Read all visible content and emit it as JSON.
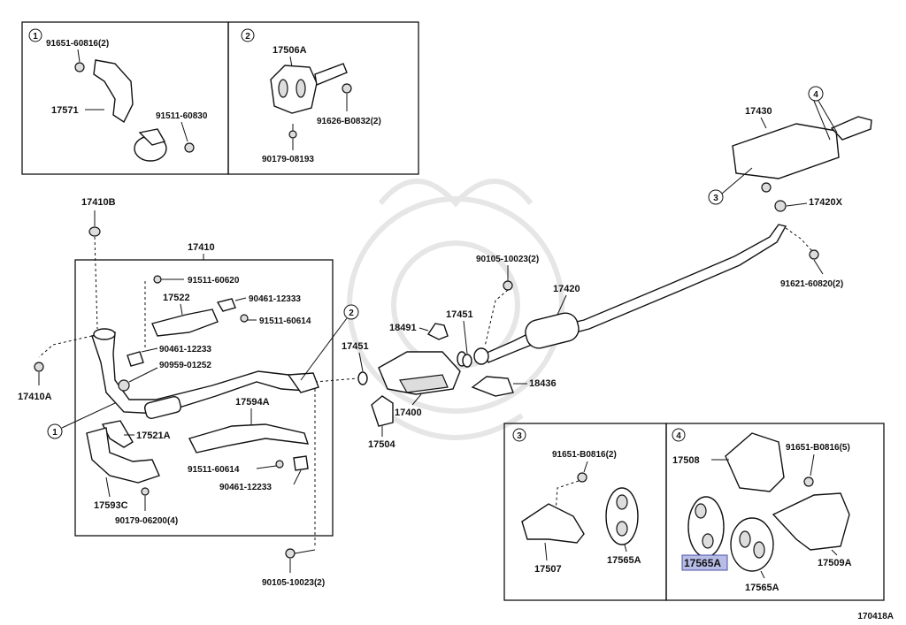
{
  "figure_id": "170418A",
  "highlight_part": "17565A",
  "callouts": {
    "c1": "1",
    "c2": "2",
    "c3": "3",
    "c4": "4"
  },
  "parts": {
    "p91651_60816": "91651-60816(2)",
    "p17571": "17571",
    "p91511_60830": "91511-60830",
    "p17506A": "17506A",
    "p91626_B0832": "91626-B0832(2)",
    "p90179_08193": "90179-08193",
    "p17430": "17430",
    "p17420X": "17420X",
    "p91621_60820": "91621-60820(2)",
    "p17410B": "17410B",
    "p17410": "17410",
    "p91511_60620": "91511-60620",
    "p17522": "17522",
    "p90461_12333": "90461-12333",
    "p91511_60614_top": "91511-60614",
    "p90461_12233_top": "90461-12233",
    "p90959_01252": "90959-01252",
    "p17410A": "17410A",
    "p17521A": "17521A",
    "p17594A": "17594A",
    "p91511_60614_bot": "91511-60614",
    "p90461_12233_bot": "90461-12233",
    "p17593C": "17593C",
    "p90179_06200": "90179-06200(4)",
    "p90105_10023_bot": "90105-10023(2)",
    "p90105_10023_top": "90105-10023(2)",
    "p17420": "17420",
    "p18491": "18491",
    "p17451_a": "17451",
    "p17451_b": "17451",
    "p17400": "17400",
    "p18436": "18436",
    "p17504": "17504",
    "p91651_B0816_2": "91651-B0816(2)",
    "p17507": "17507",
    "p17565A_b3": "17565A",
    "p17508": "17508",
    "p91651_B0816_5": "91651-B0816(5)",
    "p17565A_hl": "17565A",
    "p17509A": "17509A",
    "p17565A_b4": "17565A"
  }
}
